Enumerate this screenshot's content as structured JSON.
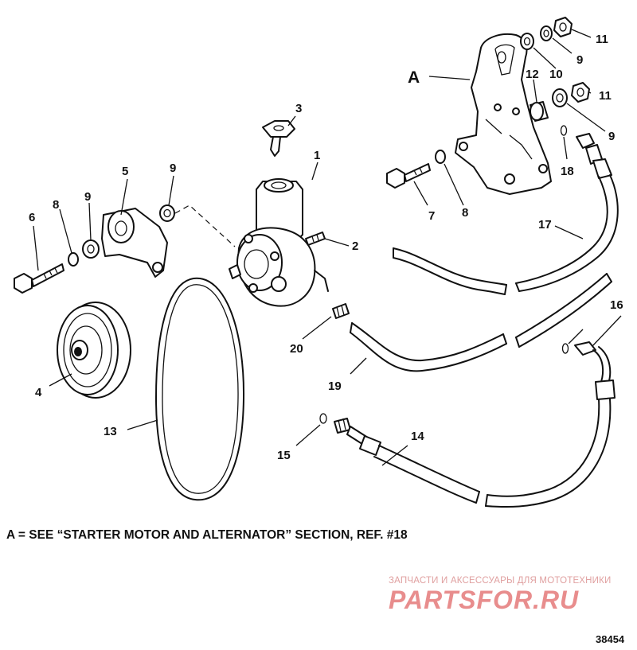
{
  "callouts": [
    {
      "id": "1",
      "label": "1"
    },
    {
      "id": "2",
      "label": "2"
    },
    {
      "id": "3",
      "label": "3"
    },
    {
      "id": "4",
      "label": "4"
    },
    {
      "id": "5",
      "label": "5"
    },
    {
      "id": "6",
      "label": "6"
    },
    {
      "id": "7",
      "label": "7"
    },
    {
      "id": "8a",
      "label": "8"
    },
    {
      "id": "8b",
      "label": "8"
    },
    {
      "id": "9a",
      "label": "9"
    },
    {
      "id": "9b",
      "label": "9"
    },
    {
      "id": "9c",
      "label": "9"
    },
    {
      "id": "9d",
      "label": "9"
    },
    {
      "id": "10",
      "label": "10"
    },
    {
      "id": "11a",
      "label": "11"
    },
    {
      "id": "11b",
      "label": "11"
    },
    {
      "id": "12",
      "label": "12"
    },
    {
      "id": "13",
      "label": "13"
    },
    {
      "id": "14",
      "label": "14"
    },
    {
      "id": "15",
      "label": "15"
    },
    {
      "id": "16",
      "label": "16"
    },
    {
      "id": "17",
      "label": "17"
    },
    {
      "id": "18",
      "label": "18"
    },
    {
      "id": "19",
      "label": "19"
    },
    {
      "id": "20",
      "label": "20"
    },
    {
      "id": "A",
      "label": "A"
    }
  ],
  "footnote": "A = SEE “STARTER MOTOR AND ALTERNATOR” SECTION, REF. #18",
  "watermark": {
    "tagline": "ЗАПЧАСТИ И АКСЕССУАРЫ ДЛЯ МОТОТЕХНИКИ",
    "brand": "PARTSFOR.RU"
  },
  "figure_number": "38454"
}
